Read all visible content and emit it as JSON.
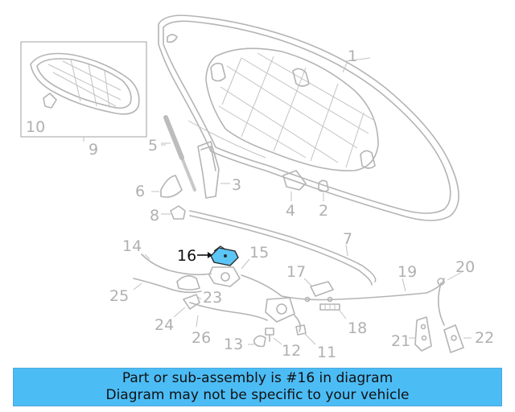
{
  "callouts": {
    "c1": "1",
    "c2": "2",
    "c3": "3",
    "c4": "4",
    "c5": "5",
    "c6": "6",
    "c7": "7",
    "c8": "8",
    "c9": "9",
    "c10": "10",
    "c11": "11",
    "c12": "12",
    "c13": "13",
    "c14": "14",
    "c15": "15",
    "c16": "16",
    "c17": "17",
    "c18": "18",
    "c19": "19",
    "c20": "20",
    "c21": "21",
    "c22": "22",
    "c23": "23",
    "c24": "24",
    "c25": "25",
    "c26": "26"
  },
  "highlight_part": "16",
  "colors": {
    "highlight_part_fill": "#5bc6f5",
    "banner_background": "#4cbcf5",
    "line_gray": "#b4b4b4"
  },
  "banner": {
    "line1": "Part or sub-assembly is #16 in diagram",
    "line2": "Diagram may not be specific to your vehicle"
  }
}
